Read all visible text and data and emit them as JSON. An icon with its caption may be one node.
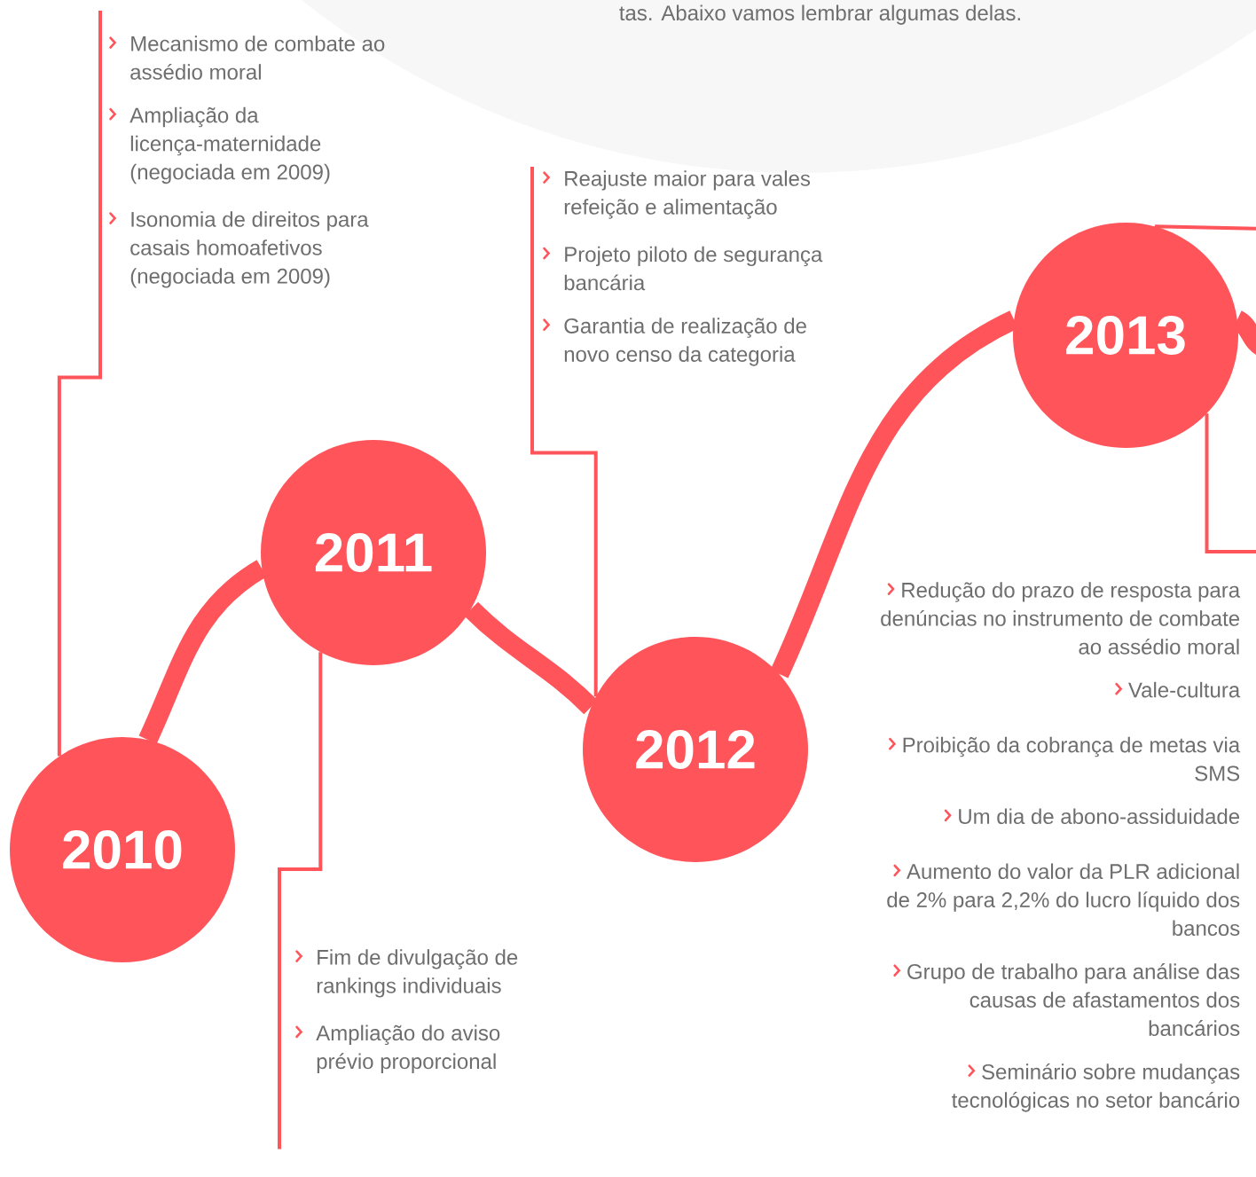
{
  "diagram": {
    "nodes": [
      {
        "text": [
          "2010"
        ]
      },
      {
        "text": [
          "2011"
        ]
      },
      {
        "text": [
          "2012"
        ]
      },
      {
        "text": [
          "2013"
        ]
      },
      {
        "text": [
          "Mecanismo de combate ao assédio moral",
          "Ampliação da licença-maternidade (negociada em 2009)",
          "Isonomia de direitos para casais homoafetivos (negociada em 2009)"
        ]
      },
      {
        "text": [
          "Fim de divulgação de rankings individuais",
          "Ampliação do aviso prévio proporcional"
        ]
      },
      {
        "text": [
          "Reajuste maior para vales refeição e alimentação",
          "Projeto piloto de segurança bancária",
          "Garantia de realização de novo censo da categoria"
        ]
      },
      {
        "text": [
          "Redução do prazo de resposta para denúncias no instrumento de combate ao assédio moral",
          "Vale-cultura",
          "Proibição da cobrança de metas via SMS",
          "Um dia de abono-assiduidade",
          "Aumento do valor da PLR adicional de 2% para 2,2% do lucro líquido dos bancos",
          "Grupo de trabalho para análise das causas de afastamentos dos bancários",
          "Seminário sobre mudanças tecnológicas no setor bancário"
        ]
      }
    ],
    "edges": [
      {
        "from": 0,
        "to": 1,
        "arrow": "none",
        "style": "thick"
      },
      {
        "from": 1,
        "to": 2,
        "arrow": "none",
        "style": "thick"
      },
      {
        "from": 2,
        "to": 3,
        "arrow": "none",
        "style": "thick"
      },
      {
        "from": 3,
        "to": null,
        "arrow": "none",
        "style": "thick"
      },
      {
        "from": 0,
        "to": 4,
        "arrow": "none"
      },
      {
        "from": 1,
        "to": 5,
        "arrow": "none"
      },
      {
        "from": 2,
        "to": 6,
        "arrow": "none"
      },
      {
        "from": 3,
        "to": null,
        "arrow": "none"
      },
      {
        "from": 3,
        "to": null,
        "arrow": "none"
      }
    ],
    "labels": [
      "tas. Abaixo vamos lembrar algumas delas."
    ]
  }
}
